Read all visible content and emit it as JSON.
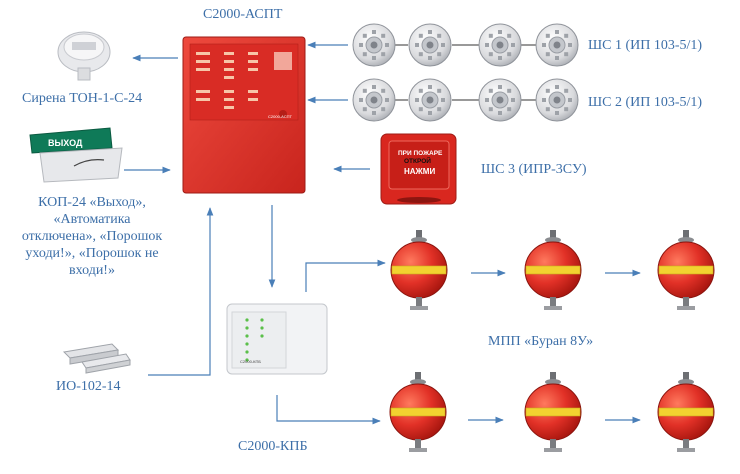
{
  "colors": {
    "text": "#3d6fa8",
    "arrow": "#4a7fb8",
    "panel_red": "#e0322b",
    "extinguisher_red": "#e23127",
    "stripe_yellow": "#f2d230"
  },
  "labels": {
    "panel": "С2000-АСПТ",
    "siren": "Сирена ТОН-1-С-24",
    "kop_l1": "КОП-24 «Выход»,",
    "kop_l2": "«Автоматика",
    "kop_l3": "отключена», «Порошок",
    "kop_l4": "уходи!», «Порошок не",
    "kop_l5": "входи!»",
    "sensor": "ИО-102-14",
    "kpb": "С2000-КПБ",
    "shs1": "ШС 1 (ИП 103-5/1)",
    "shs2": "ШС 2 (ИП 103-5/1)",
    "shs3": "ШС 3 (ИПР-3СУ)",
    "mpp": "МПП «Буран 8У»"
  },
  "device_text": {
    "exit_sign": "ВЫХОД",
    "call_point_l1": "ПРИ ПОЖАРЕ",
    "call_point_l2": "ОТКРОЙ",
    "call_point_l3": "НАЖМИ",
    "panel_badge": "С2000-АСПТ",
    "kpb_badge": "С2000-КПБ"
  },
  "icons": {
    "detector": "smoke-detector-icon",
    "extinguisher": "powder-extinguisher-icon",
    "siren": "siren-icon",
    "sign": "light-sign-icon",
    "sensor": "magnetic-contact-icon"
  }
}
